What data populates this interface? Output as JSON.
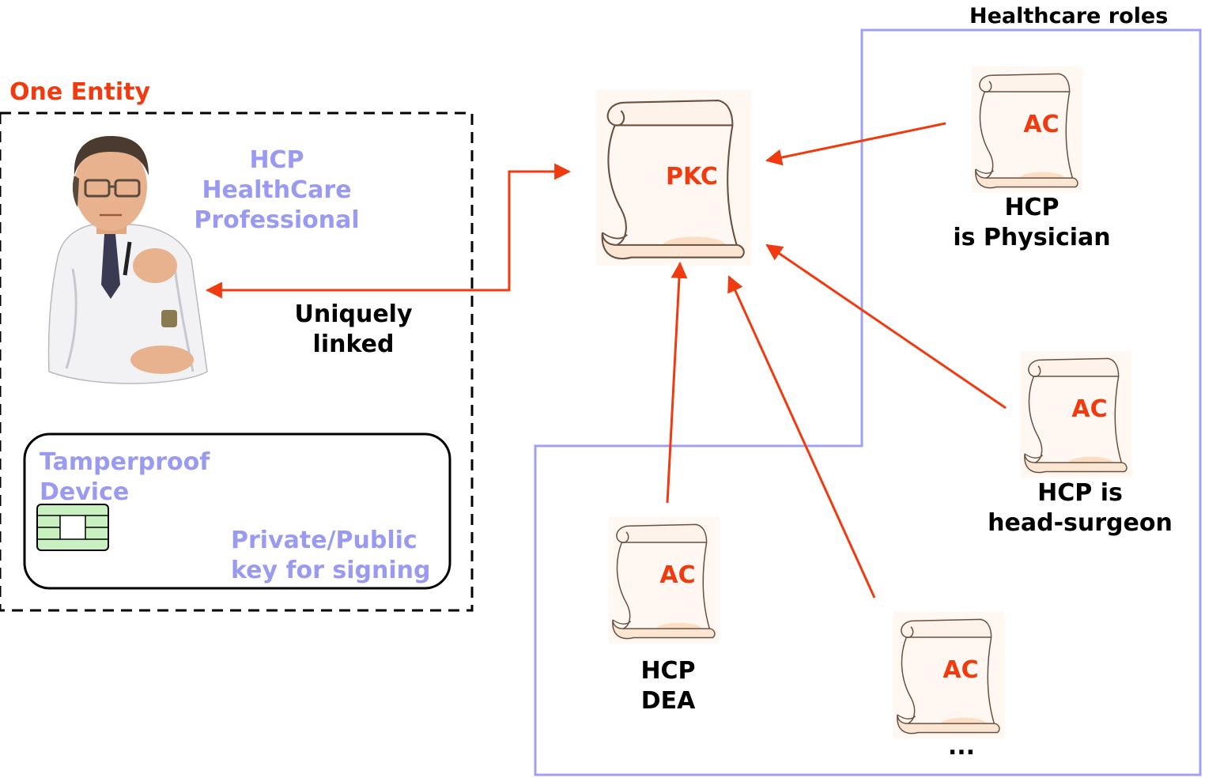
{
  "colors": {
    "accent_red": "#f03a10",
    "lavender": "#9a9af0",
    "box_blue": "#a0a0f0",
    "chip_green": "#c8f0c0"
  },
  "entity": {
    "title": "One Entity",
    "hcp_lines": [
      "HCP",
      "HealthCare",
      "Professional"
    ],
    "device_lines": [
      "Tamperproof",
      "Device"
    ],
    "key_lines": [
      "Private/Public",
      "key for signing"
    ],
    "link_lines": [
      "Uniquely",
      "linked"
    ]
  },
  "roles": {
    "title": "Healthcare roles"
  },
  "pkc": {
    "label": "PKC"
  },
  "certificates": [
    {
      "label": "AC",
      "caption": [
        "HCP",
        "is Physician"
      ]
    },
    {
      "label": "AC",
      "caption": [
        "HCP is",
        "head-surgeon"
      ]
    },
    {
      "label": "AC",
      "caption": [
        "HCP",
        "DEA"
      ]
    },
    {
      "label": "AC",
      "caption": [
        "..."
      ]
    }
  ],
  "icons": {
    "doctor": "doctor-portrait-icon",
    "chip": "smartcard-chip-icon",
    "scroll": "scroll-certificate-icon"
  }
}
